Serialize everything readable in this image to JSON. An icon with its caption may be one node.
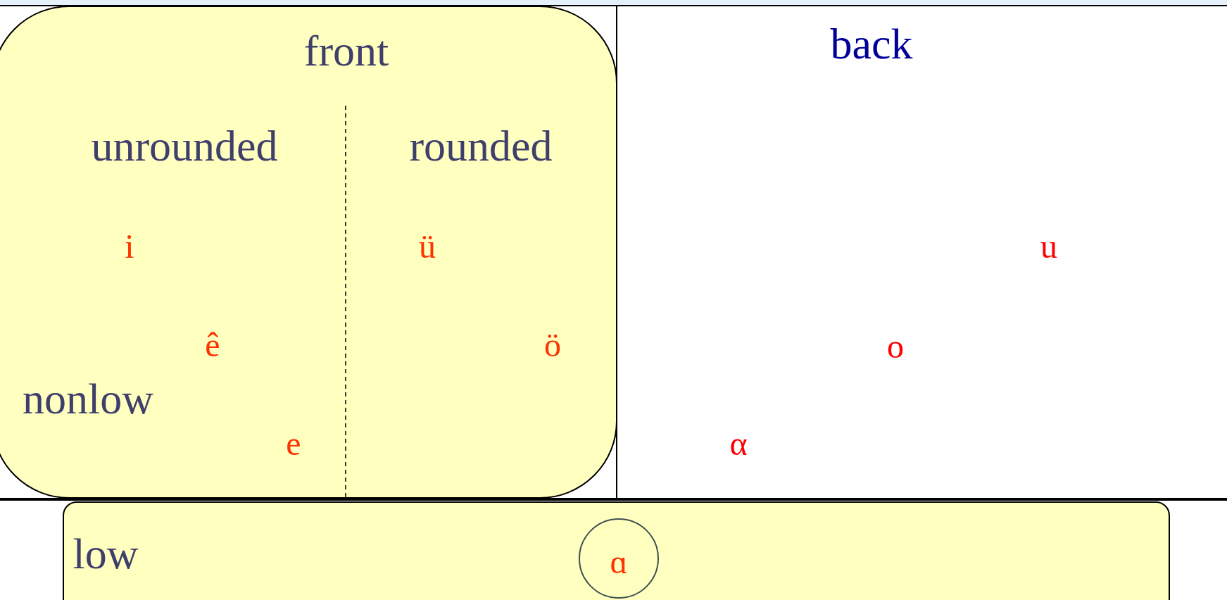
{
  "diagram": {
    "nodes": [
      {
        "text": [
          "front"
        ]
      },
      {
        "text": [
          "back"
        ]
      },
      {
        "text": [
          "low"
        ]
      },
      {
        "text": [
          "ɑ"
        ],
        "in": 2
      }
    ],
    "labels": [
      "unrounded",
      "rounded",
      "i",
      "ü",
      "ê",
      "ö",
      "nonlow",
      "e",
      "u",
      "o",
      "α"
    ]
  }
}
